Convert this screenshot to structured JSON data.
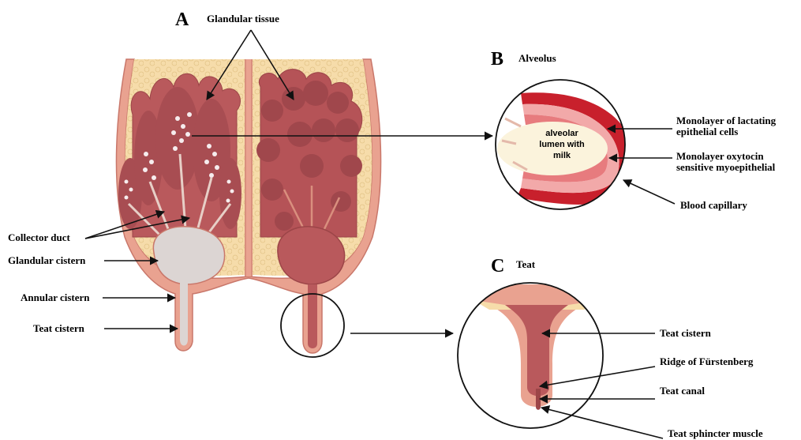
{
  "panels": {
    "a": {
      "letter": "A",
      "title": "Glandular tissue"
    },
    "b": {
      "letter": "B",
      "title": "Alveolus"
    },
    "c": {
      "letter": "C",
      "title": "Teat"
    }
  },
  "udder_labels": {
    "collector_duct": "Collector duct",
    "glandular_cistern": "Glandular cistern",
    "annular_cistern": "Annular cistern",
    "teat_cistern": "Teat cistern"
  },
  "alveolus": {
    "lumen_line1": "alveolar",
    "lumen_line2": "lumen with",
    "lumen_line3": "milk",
    "epithelial_line1": "Monolayer of lactating",
    "epithelial_line2": "epithelial cells",
    "myoepithelial_line1": "Monolayer oxytocin",
    "myoepithelial_line2": "sensitive myoepithelial",
    "capillary": "Blood capillary"
  },
  "teat": {
    "teat_cistern": "Teat cistern",
    "ridge": "Ridge of Fürstenberg",
    "canal": "Teat canal",
    "sphincter": "Teat sphincter muscle"
  },
  "colors": {
    "skin": "#e9a290",
    "fat": "#f6dcaa",
    "gland": "#b9595c",
    "gland_dark": "#9c4548",
    "cistern_fill": "#dcd5d3",
    "vessel": "#c8202c"
  }
}
